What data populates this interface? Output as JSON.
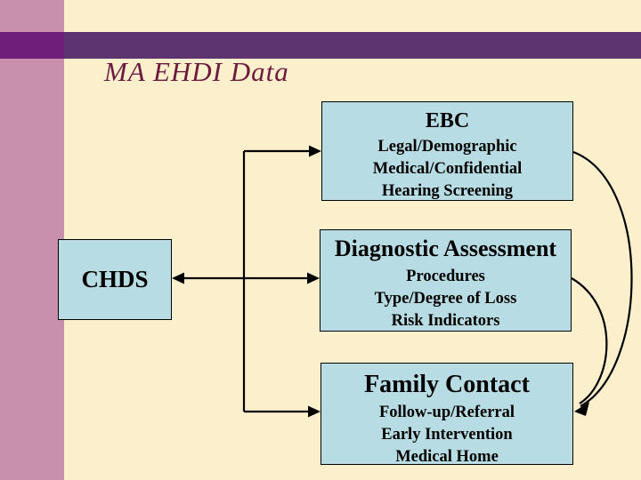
{
  "slide_title": "MA EHDI Data",
  "boxes": {
    "ebc": {
      "title": "EBC",
      "lines": [
        "Legal/Demographic",
        "Medical/Confidential",
        "Hearing Screening"
      ]
    },
    "diagnostic": {
      "title": "Diagnostic Assessment",
      "lines": [
        "Procedures",
        "Type/Degree of Loss",
        "Risk Indicators"
      ]
    },
    "family": {
      "title": "Family Contact",
      "lines": [
        "Follow-up/Referral",
        "Early Intervention",
        "Medical Home"
      ]
    },
    "chds": {
      "title": "CHDS"
    }
  },
  "colors": {
    "background": "#FCEFCC",
    "sidebar": "#C890AC",
    "band": "#5E3470",
    "band_accent": "#6F1E7A",
    "title_text": "#6E1A3F",
    "box_fill": "#B8DCE4",
    "box_border": "#000000",
    "connector": "#000000"
  }
}
